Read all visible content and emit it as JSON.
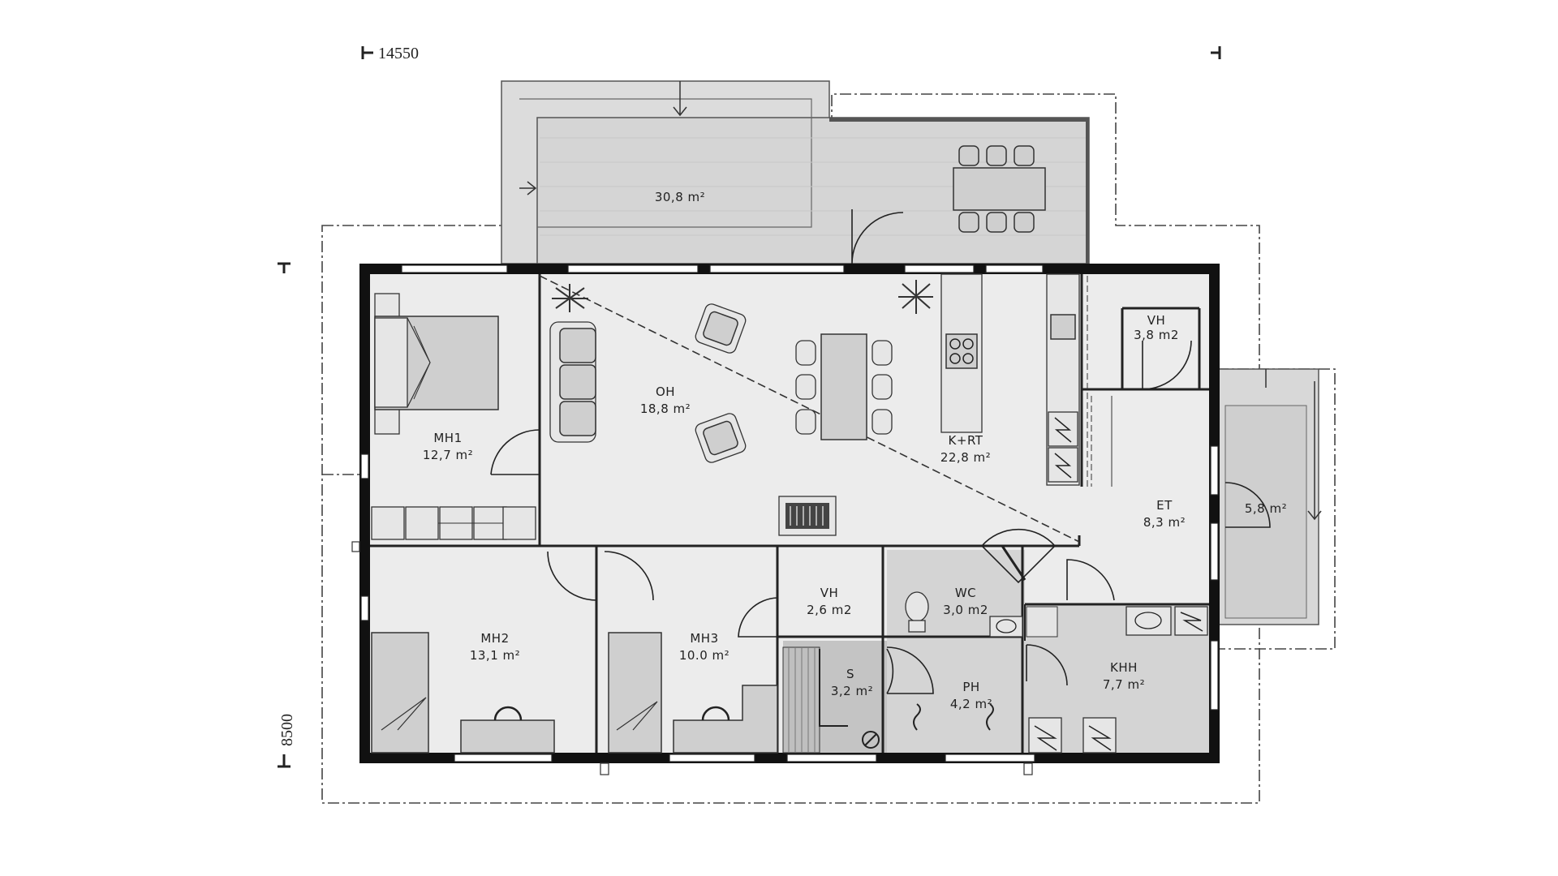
{
  "dimensions": {
    "width": "14550",
    "depth": "8500"
  },
  "rooms": {
    "terrace_main": {
      "name": "",
      "area": "30,8 m²"
    },
    "terrace_side": {
      "name": "",
      "area": "5,8 m²"
    },
    "mh1": {
      "name": "MH1",
      "area": "12,7 m²"
    },
    "oh": {
      "name": "OH",
      "area": "18,8 m²"
    },
    "krt": {
      "name": "K+RT",
      "area": "22,8 m²"
    },
    "vh_top": {
      "name": "VH",
      "area": "3,8 m2"
    },
    "et": {
      "name": "ET",
      "area": "8,3 m²"
    },
    "mh2": {
      "name": "MH2",
      "area": "13,1 m²"
    },
    "mh3": {
      "name": "MH3",
      "area": "10.0 m²"
    },
    "vh_mid": {
      "name": "VH",
      "area": "2,6 m2"
    },
    "wc": {
      "name": "WC",
      "area": "3,0 m2"
    },
    "s": {
      "name": "S",
      "area": "3,2 m²"
    },
    "ph": {
      "name": "PH",
      "area": "4,2 m²"
    },
    "khh": {
      "name": "KHH",
      "area": "7,7 m²"
    }
  },
  "colors": {
    "wall": "#111111",
    "floor": "#ececec",
    "terrace": "#d9d9d9",
    "wet_room": "#d0d0d0",
    "furniture": "#cfcfcf"
  }
}
